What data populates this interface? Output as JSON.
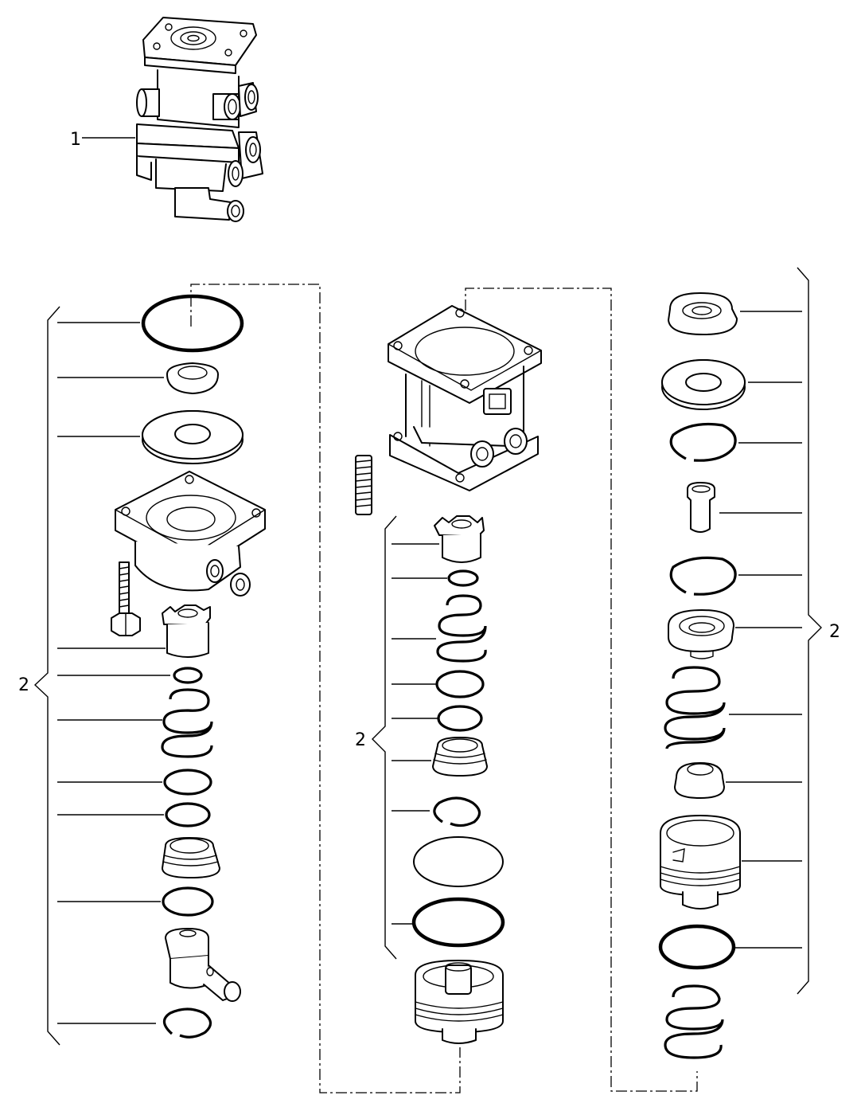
{
  "callouts": {
    "assembly_label": "1",
    "kit_label_left": "2",
    "kit_label_middle": "2",
    "kit_label_right": "2"
  }
}
